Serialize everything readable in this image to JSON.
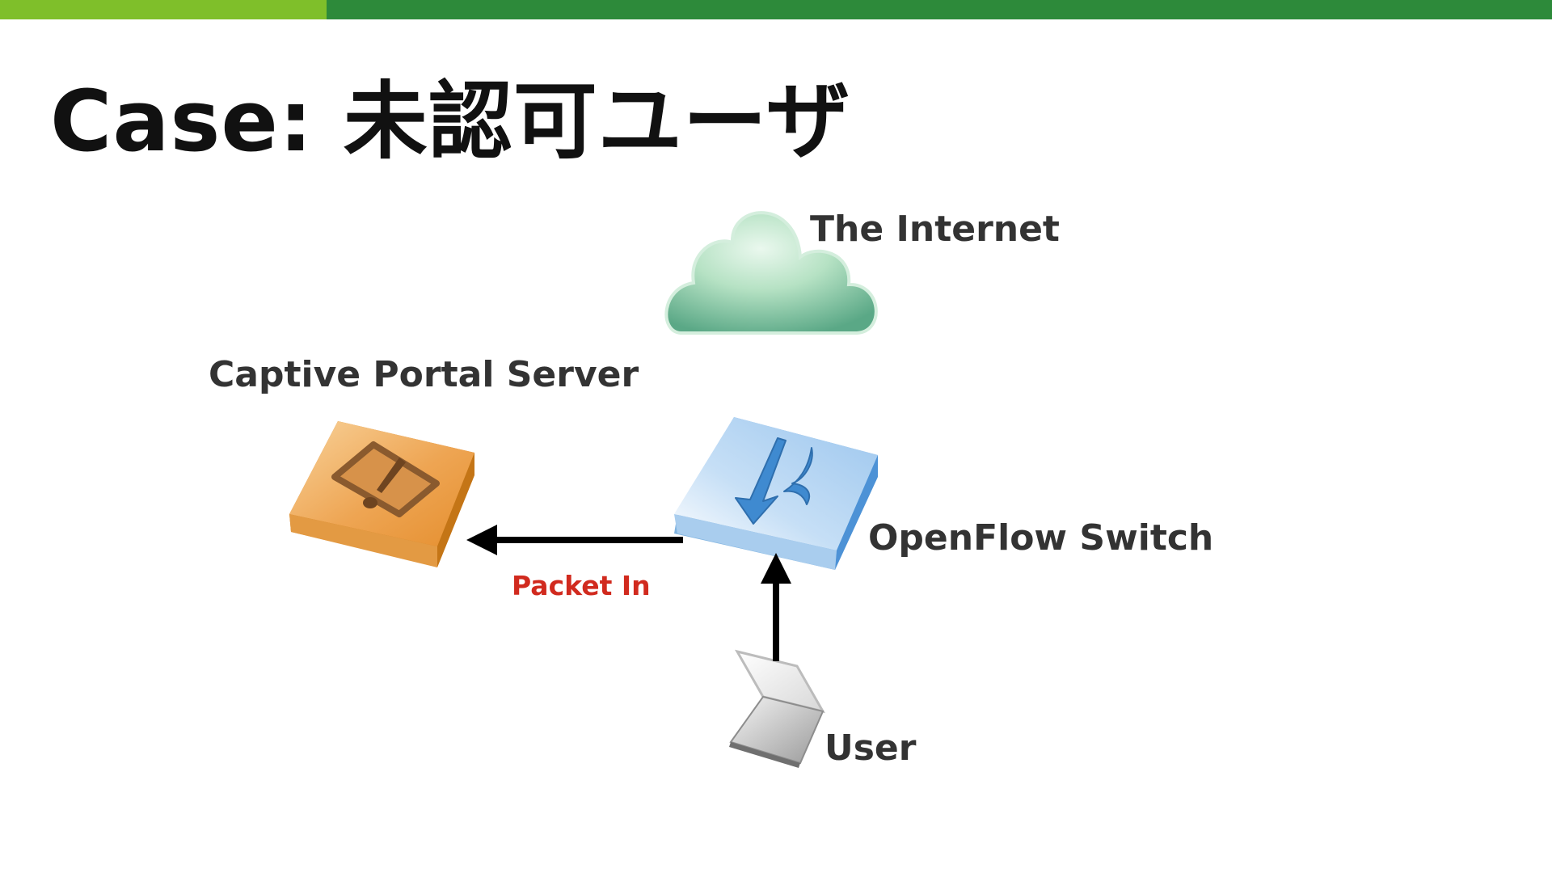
{
  "title": "Case: 未認可ユーザ",
  "colors": {
    "bar_light": "#7fbf2a",
    "bar_dark": "#2d8a3a",
    "label": "#333333",
    "packet_label": "#d12a1e",
    "arrow": "#000000"
  },
  "nodes": {
    "internet": {
      "label": "The Internet",
      "icon": "cloud-icon"
    },
    "portal": {
      "label": "Captive Portal Server",
      "icon": "warning-server-icon"
    },
    "switch": {
      "label": "OpenFlow Switch",
      "icon": "openflow-switch-icon"
    },
    "user": {
      "label": "User",
      "icon": "laptop-icon"
    }
  },
  "edges": [
    {
      "from": "user",
      "to": "switch",
      "label": ""
    },
    {
      "from": "switch",
      "to": "portal",
      "label": "Packet In"
    }
  ]
}
